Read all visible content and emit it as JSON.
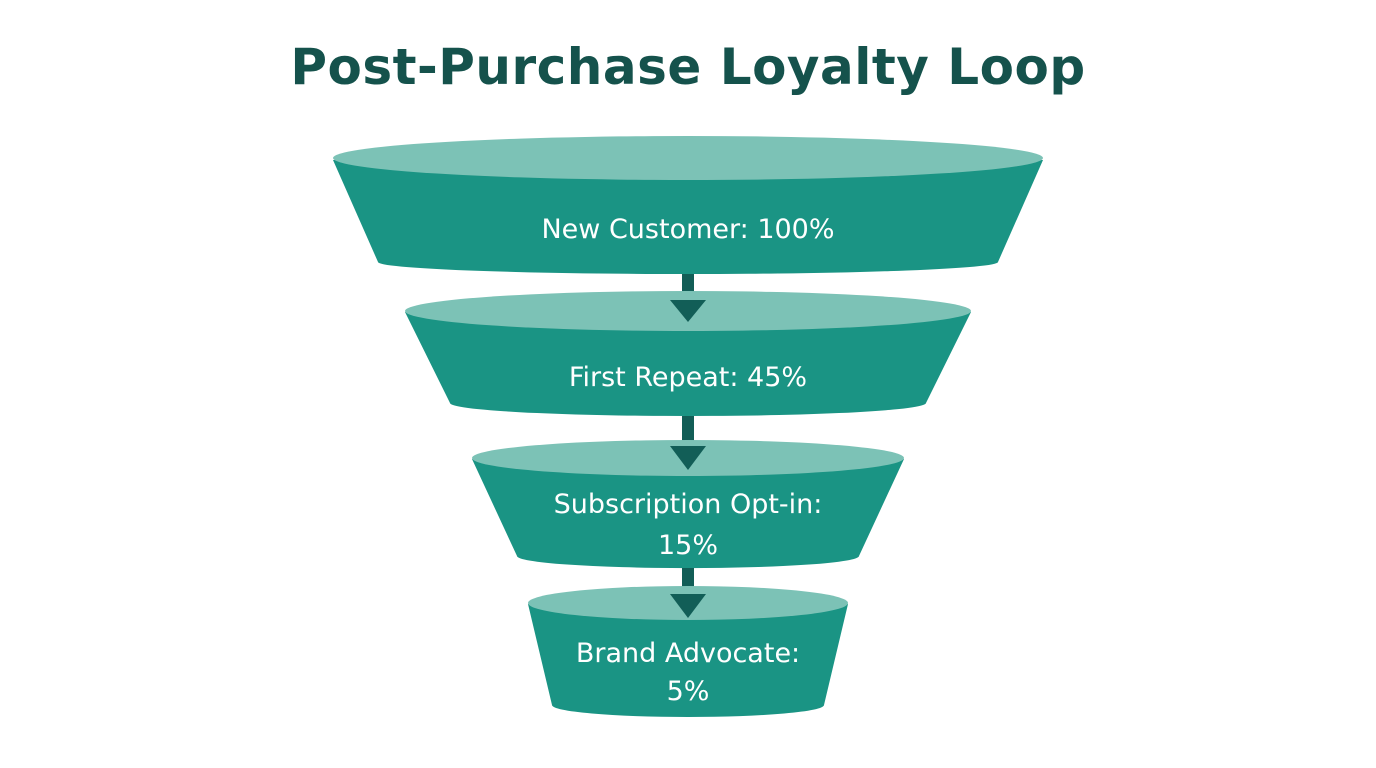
{
  "title": "Post-Purchase Loyalty Loop",
  "colors": {
    "title": "#15524c",
    "segment_body": "#1a9484",
    "segment_top": "#7cc2b6",
    "arrow": "#125e57",
    "label": "#ffffff"
  },
  "funnel": {
    "stages": [
      {
        "name": "New Customer",
        "value": "100%",
        "line1": "New Customer: 100%",
        "line2": ""
      },
      {
        "name": "First Repeat",
        "value": "45%",
        "line1": "First Repeat: 45%",
        "line2": ""
      },
      {
        "name": "Subscription Opt-in",
        "value": "15%",
        "line1": "Subscription Opt-in:",
        "line2": "15%"
      },
      {
        "name": "Brand Advocate",
        "value": "5%",
        "line1": "Brand Advocate:",
        "line2": "5%"
      }
    ]
  }
}
